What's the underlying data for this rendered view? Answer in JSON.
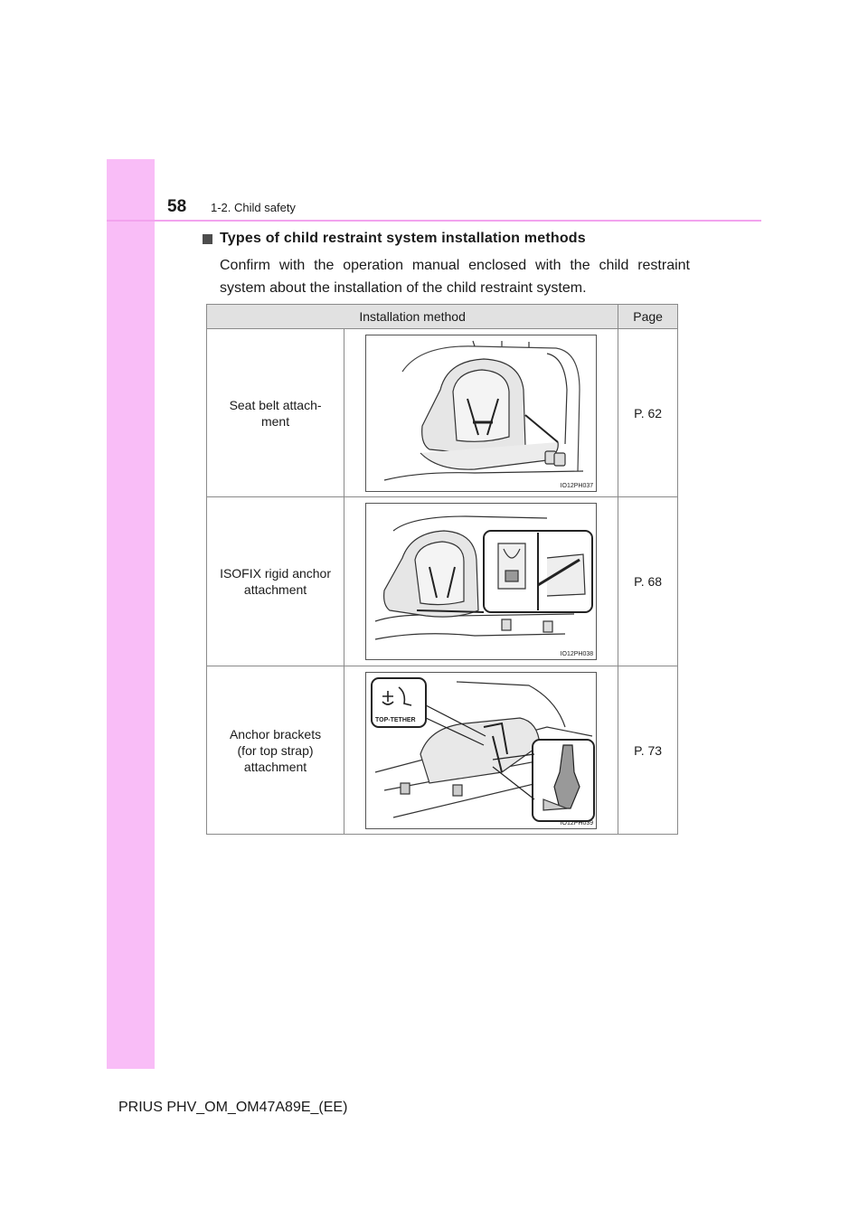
{
  "header": {
    "page_number": "58",
    "section": "1-2. Child safety"
  },
  "heading": "Types of child restraint system installation methods",
  "intro": "Confirm with the operation manual enclosed with the child restraint system about the installation of the child restraint system.",
  "table": {
    "columns": [
      "Installation method",
      "Page"
    ],
    "rows": [
      {
        "method": "Seat belt attach-\nment",
        "figure_code": "IO12PH037",
        "page": "P. 62"
      },
      {
        "method": "ISOFIX rigid anchor attachment",
        "figure_code": "IO12PH038",
        "page": "P. 68"
      },
      {
        "method": "Anchor brackets (for top strap) attachment",
        "figure_code": "IO12PH039",
        "page": "P. 73"
      }
    ],
    "top_tether_label": "TOP-TETHER"
  },
  "footer": "PRIUS PHV_OM_OM47A89E_(EE)",
  "colors": {
    "side_tab": "#f9bdf7",
    "header_rule": "#f2a3ee",
    "table_header_bg": "#e1e1e1"
  }
}
